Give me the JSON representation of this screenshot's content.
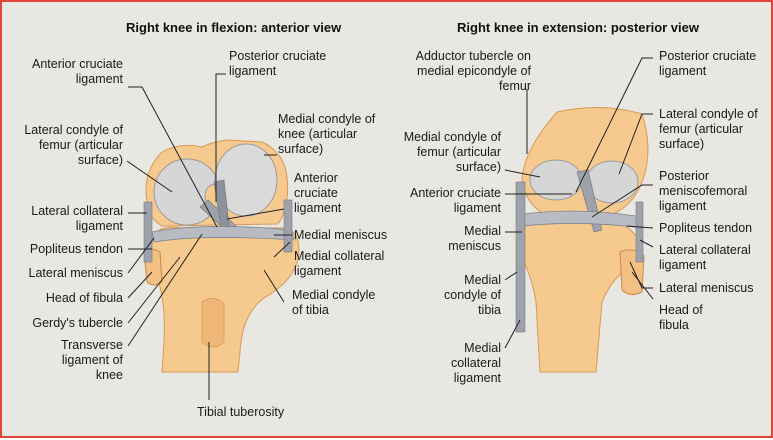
{
  "colors": {
    "frame": "#e0453b",
    "background": "#e9e7e1",
    "bone": "#f6c98f",
    "cartilage": "#d6d6d6",
    "ligament": "#9ea3ab",
    "leader": "#222222"
  },
  "panels": {
    "anterior": {
      "title": "Right knee in flexion: anterior view",
      "labels": {
        "anterior_cruciate_left": "Anterior cruciate ligament",
        "posterior_cruciate": "Posterior cruciate ligament",
        "medial_condyle_knee": "Medial condyle of knee (articular surface)",
        "lateral_condyle_femur": "Lateral condyle of femur (articular surface)",
        "anterior_cruciate_right": "Anterior cruciate ligament",
        "lateral_collateral": "Lateral collateral ligament",
        "popliteus_tendon": "Popliteus tendon",
        "medial_meniscus": "Medial meniscus",
        "lateral_meniscus": "Lateral meniscus",
        "medial_collateral": "Medial collateral ligament",
        "head_of_fibula": "Head of fibula",
        "medial_condyle_tibia": "Medial condyle of tibia",
        "gerdys_tubercle": "Gerdy's tubercle",
        "transverse_ligament": "Transverse ligament of knee",
        "tibial_tuberosity": "Tibial tuberosity"
      }
    },
    "posterior": {
      "title": "Right knee in extension: posterior view",
      "labels": {
        "adductor_tubercle": "Adductor tubercle on medial epicondyle of femur",
        "posterior_cruciate": "Posterior cruciate ligament",
        "lateral_condyle_femur": "Lateral condyle of femur (articular surface)",
        "medial_condyle_femur": "Medial condyle of femur (articular surface)",
        "posterior_meniscofemoral": "Posterior meniscofemoral ligament",
        "anterior_cruciate": "Anterior cruciate ligament",
        "popliteus_tendon": "Popliteus tendon",
        "medial_meniscus": "Medial meniscus",
        "lateral_collateral": "Lateral collateral ligament",
        "lateral_meniscus": "Lateral meniscus",
        "medial_condyle_tibia": "Medial condyle of tibia",
        "head_of_fibula": "Head of fibula",
        "medial_collateral": "Medial collateral ligament"
      }
    }
  }
}
